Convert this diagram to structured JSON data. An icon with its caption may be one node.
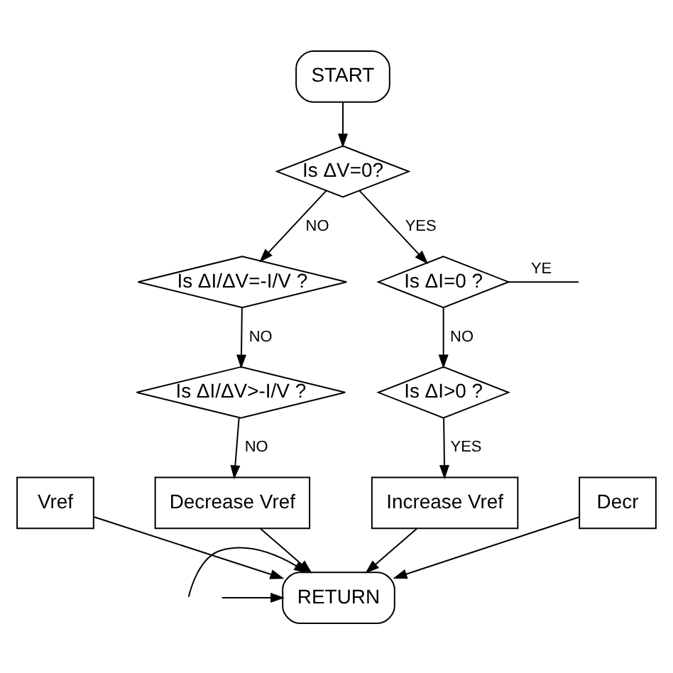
{
  "diagram": {
    "nodes": [
      {
        "text": [
          "START"
        ]
      },
      {
        "text": [
          "Is ΔV=0?"
        ]
      },
      {
        "text": [
          "Is ΔI/ΔV=-I/V ?"
        ]
      },
      {
        "text": [
          "Is ΔI=0 ?"
        ]
      },
      {
        "text": [
          "Is ΔI/ΔV>-I/V ?"
        ]
      },
      {
        "text": [
          "Is ΔI>0 ?"
        ]
      },
      {
        "text": [
          "Vref"
        ]
      },
      {
        "text": [
          "Decrease Vref"
        ]
      },
      {
        "text": [
          "Increase Vref"
        ]
      },
      {
        "text": [
          "Decr"
        ]
      },
      {
        "text": [
          "RETURN"
        ]
      }
    ],
    "edges": [
      {
        "from": 0,
        "to": 1,
        "arrow": "to"
      },
      {
        "from": 1,
        "to": 2,
        "arrow": "to",
        "label": "NO"
      },
      {
        "from": 1,
        "to": 3,
        "arrow": "to",
        "label": "YES"
      },
      {
        "from": 2,
        "to": 4,
        "arrow": "to",
        "label": "NO"
      },
      {
        "from": 3,
        "to": 5,
        "arrow": "to",
        "label": "NO"
      },
      {
        "from": 3,
        "to": null,
        "arrow": "none",
        "label": "YE"
      },
      {
        "from": 4,
        "to": 7,
        "arrow": "to",
        "label": "NO"
      },
      {
        "from": 5,
        "to": 8,
        "arrow": "to",
        "label": "YES"
      },
      {
        "from": 6,
        "to": 10,
        "arrow": "to"
      },
      {
        "from": 7,
        "to": 10,
        "arrow": "to"
      },
      {
        "from": 8,
        "to": 10,
        "arrow": "to"
      },
      {
        "from": 9,
        "to": 10,
        "arrow": "to"
      },
      {
        "from": null,
        "to": 10,
        "arrow": "to"
      },
      {
        "from": null,
        "to": 10,
        "arrow": "to"
      }
    ]
  }
}
